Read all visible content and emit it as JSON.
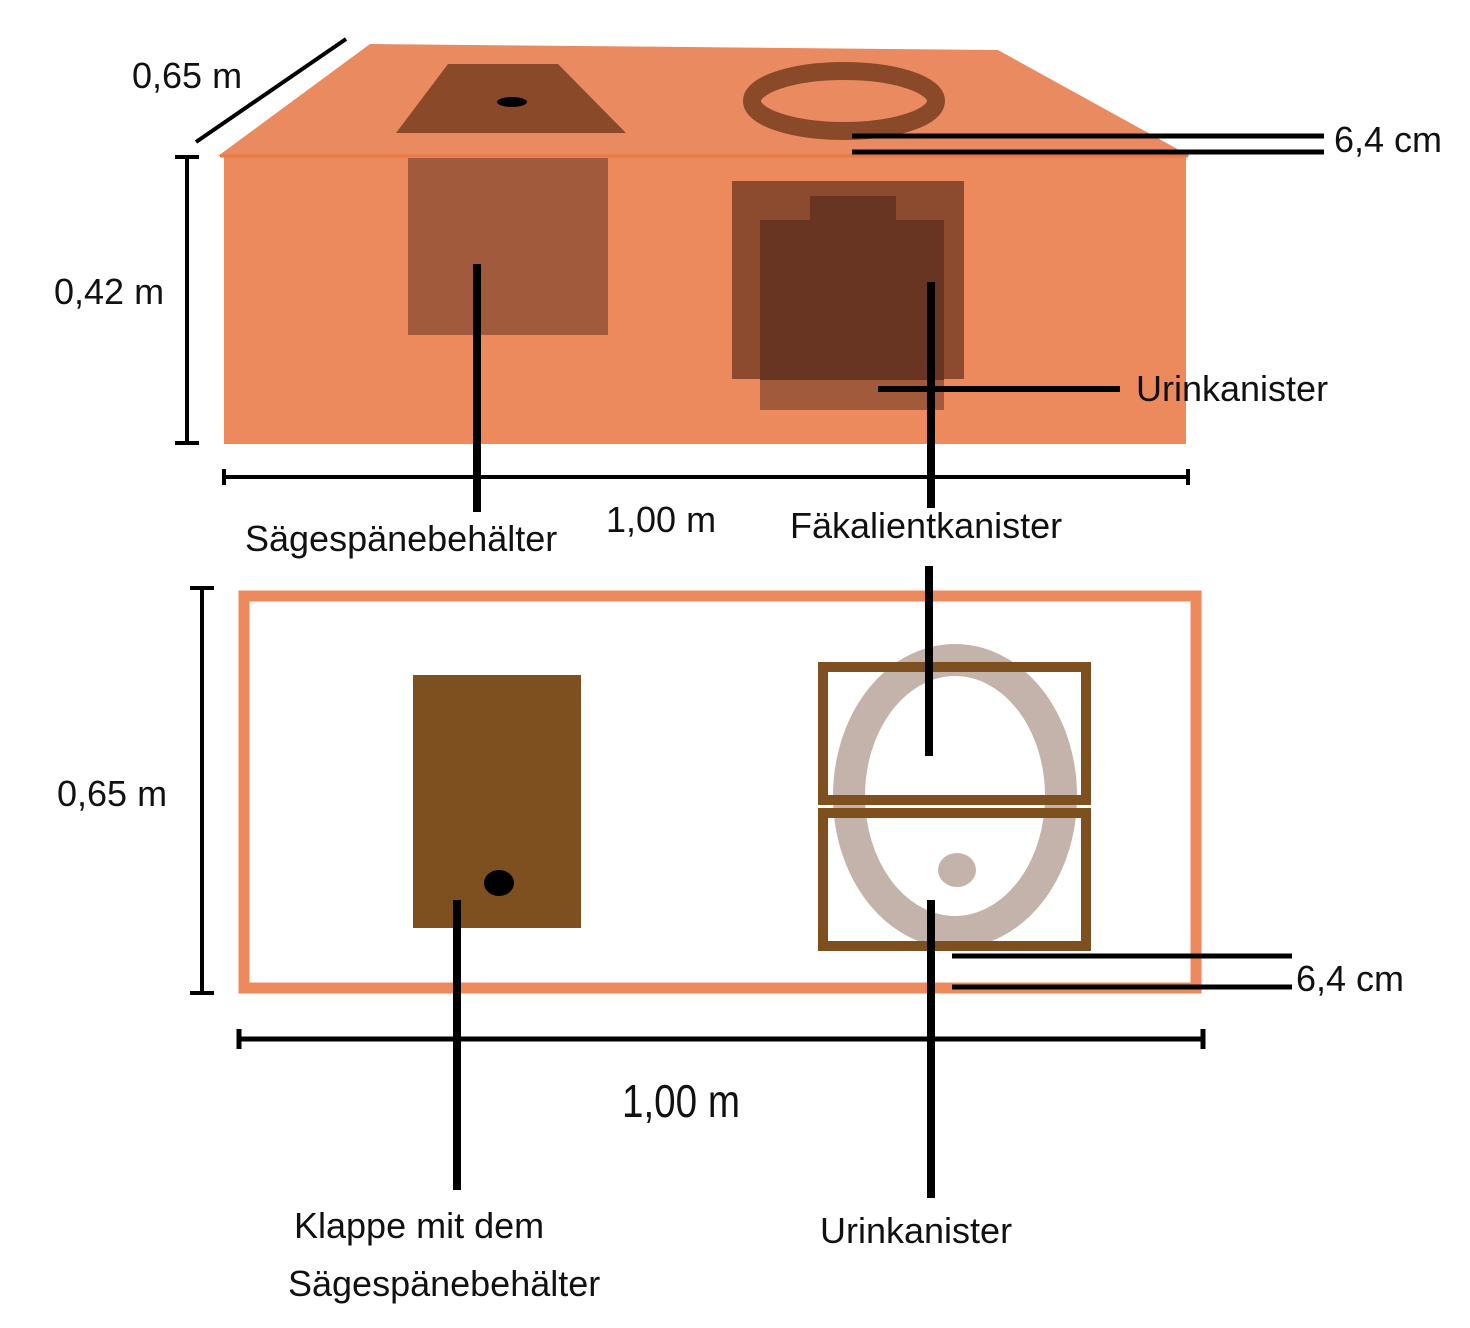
{
  "colors": {
    "box": "#ec8a5e",
    "box_top": "#ea8a60",
    "box_edge": "#e87a45",
    "top_feature": "#8a4a2a",
    "sawdust_container": "#a15a3c",
    "faeces_outer": "#8c4a2f",
    "faeces_inner": "#683522",
    "brown": "#7e5020",
    "seat_gray": "#c4b3ab",
    "line": "#000000",
    "label": "#111111"
  },
  "side_view": {
    "depth_label": "0,65 m",
    "height_label": "0,42 m",
    "width_label": "1,00 m",
    "pipe_label": "6,4 cm",
    "urine_label": "Urinkanister",
    "sawdust_label": "Sägespänebehälter",
    "faeces_label": "Fäkalientkanister"
  },
  "top_view": {
    "depth_label": "0,65 m",
    "width_label": "1,00 m",
    "pipe_label": "6,4 cm",
    "flap_label_line1": "Klappe mit dem",
    "flap_label_line2": "Sägespänebehälter",
    "urine_label": "Urinkanister"
  }
}
